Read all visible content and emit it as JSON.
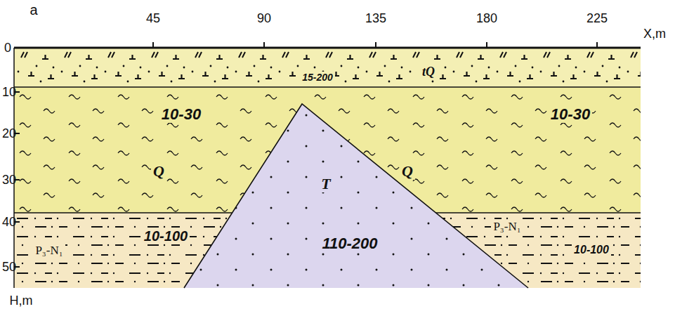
{
  "diagram": {
    "nodes": [
      {
        "text": [
          "15-200",
          "tQ"
        ]
      },
      {
        "text": [
          "10-30",
          "Q",
          "Q",
          "10-30"
        ]
      },
      {
        "text": [
          "10-100",
          "P₃-N₁"
        ]
      },
      {
        "text": [
          "P₃-N₁",
          "10-100"
        ]
      },
      {
        "text": [
          "T",
          "110-200"
        ]
      }
    ],
    "labels": [
      "a",
      "45",
      "90",
      "135",
      "180",
      "225",
      "X,m",
      "0",
      "10",
      "20",
      "30",
      "40",
      "50",
      "H,m"
    ]
  }
}
